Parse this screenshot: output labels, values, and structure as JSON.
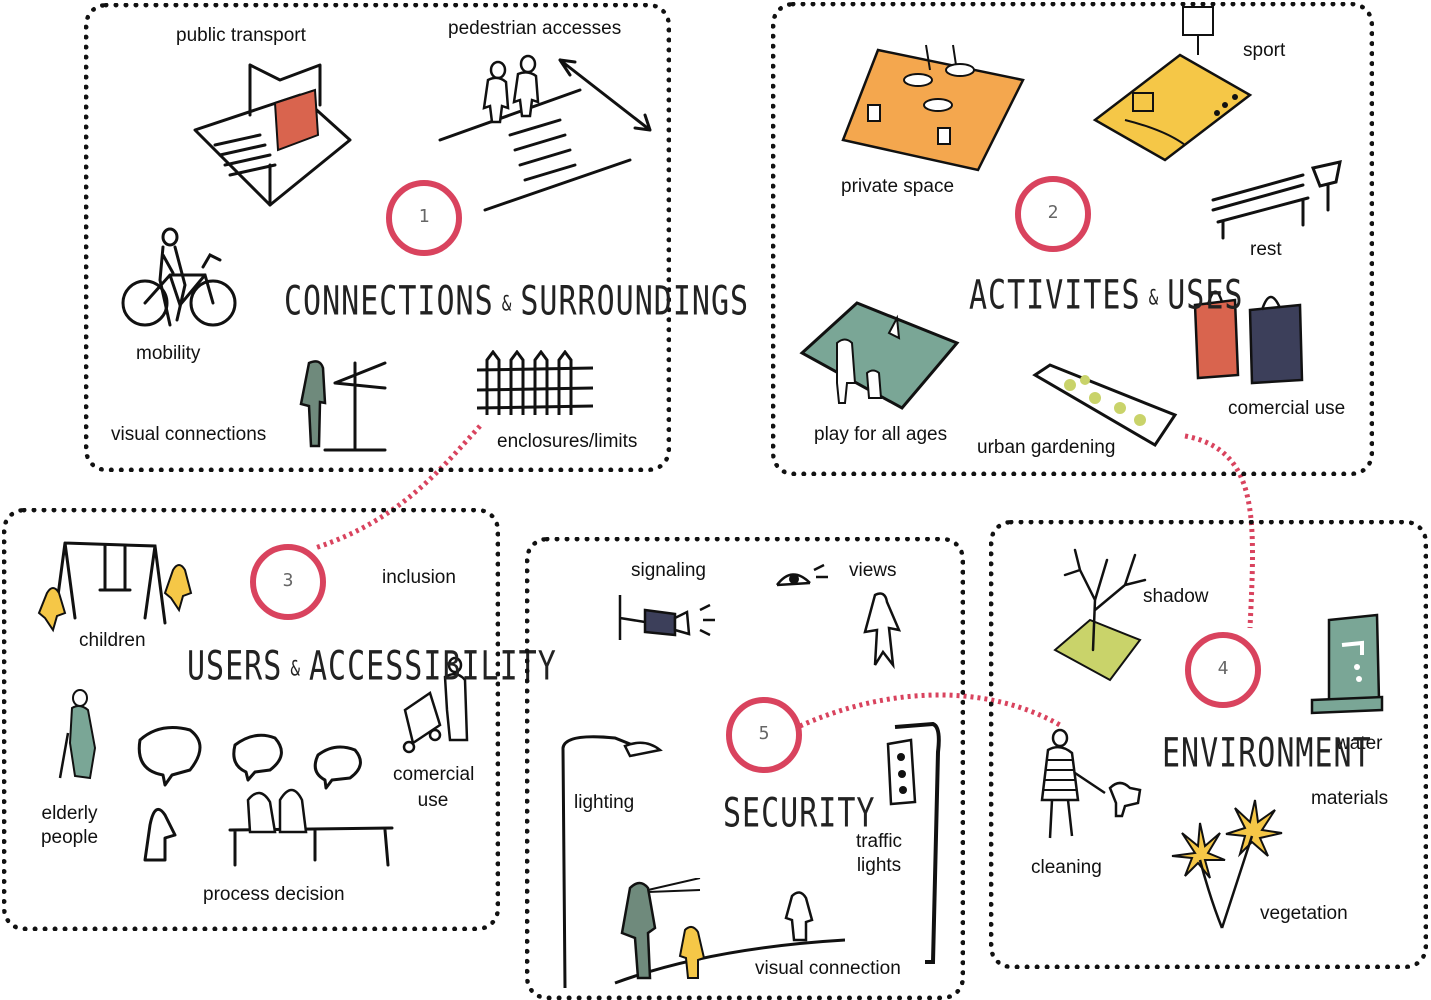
{
  "connectors": {
    "color": "#d9435e"
  },
  "palette": {
    "orange": "#f4a74e",
    "yellow": "#f5c747",
    "teal": "#7aa696",
    "red": "#d9644e",
    "navy": "#3c3f5a",
    "lime": "#c9d36a"
  },
  "panel1": {
    "number": "1",
    "title_a": "CONNECTIONS",
    "amp": "&",
    "title_b": "SURROUNDINGS",
    "labels": {
      "public_transport": "public transport",
      "pedestrian_accesses": "pedestrian accesses",
      "mobility": "mobility",
      "visual_connections": "visual connections",
      "enclosures": "enclosures/limits"
    }
  },
  "panel2": {
    "number": "2",
    "title_a": "ACTIVITES",
    "amp": "&",
    "title_b": "USES",
    "labels": {
      "private_space": "private space",
      "sport": "sport",
      "rest": "rest",
      "play": "play for all ages",
      "gardening": "urban gardening",
      "comercial_use": "comercial use"
    }
  },
  "panel3": {
    "number": "3",
    "title_a": "USERS",
    "amp": "&",
    "title_b": "ACCESSIBILITY",
    "labels": {
      "inclusion": "inclusion",
      "children": "children",
      "elderly": "elderly\npeople",
      "process": "process decision",
      "comercial": "comercial\nuse"
    }
  },
  "panel4": {
    "number": "4",
    "title": "ENVIRONMENT",
    "labels": {
      "shadow": "shadow",
      "water": "water",
      "materials": "materials",
      "cleaning": "cleaning",
      "vegetation": "vegetation"
    }
  },
  "panel5": {
    "number": "5",
    "title": "SECURITY",
    "labels": {
      "signaling": "signaling",
      "views": "views",
      "lighting": "lighting",
      "traffic_lights": "traffic\nlights",
      "visual_connection": "visual connection"
    }
  }
}
